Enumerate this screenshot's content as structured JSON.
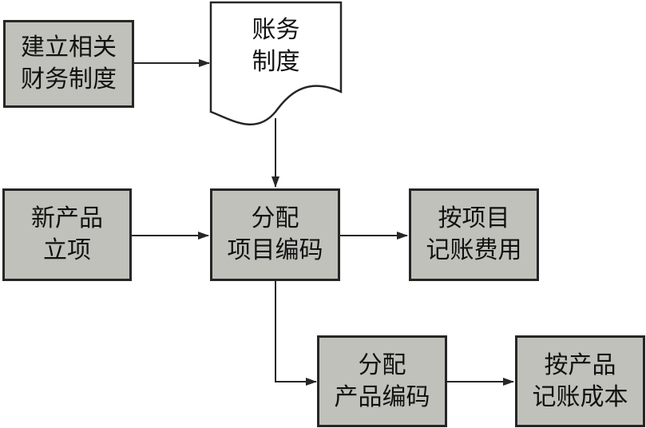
{
  "colors": {
    "box_fill": "#c1c1bb",
    "box_border": "#262626",
    "line": "#262626",
    "document_fill": "#ffffff"
  },
  "nodes": {
    "establish_rules": {
      "line1": "建立相关",
      "line2": "财务制度"
    },
    "accounting_rules": {
      "line1": "账务",
      "line2": "制度"
    },
    "new_product": {
      "line1": "新产品",
      "line2": "立项"
    },
    "assign_project_code": {
      "line1": "分配",
      "line2": "项目编码"
    },
    "record_by_project": {
      "line1": "按项目",
      "line2": "记账费用"
    },
    "assign_product_code": {
      "line1": "分配",
      "line2": "产品编码"
    },
    "record_by_product": {
      "line1": "按产品",
      "line2": "记账成本"
    }
  }
}
